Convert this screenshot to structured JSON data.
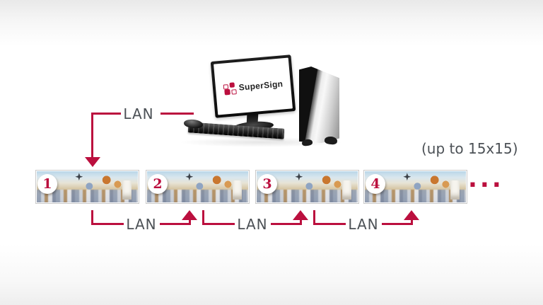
{
  "diagram": {
    "capacity_note": "(up to 15x15)",
    "server": {
      "logo": "SuperSign",
      "lan_label": "LAN"
    },
    "displays": [
      {
        "number": "1"
      },
      {
        "number": "2"
      },
      {
        "number": "3"
      },
      {
        "number": "4"
      }
    ],
    "more_indicator": "...",
    "connections": [
      {
        "label": "LAN"
      },
      {
        "label": "LAN"
      },
      {
        "label": "LAN"
      }
    ],
    "colors": {
      "accent_red": "#bb0f3e",
      "label_gray": "#4c5156"
    }
  }
}
